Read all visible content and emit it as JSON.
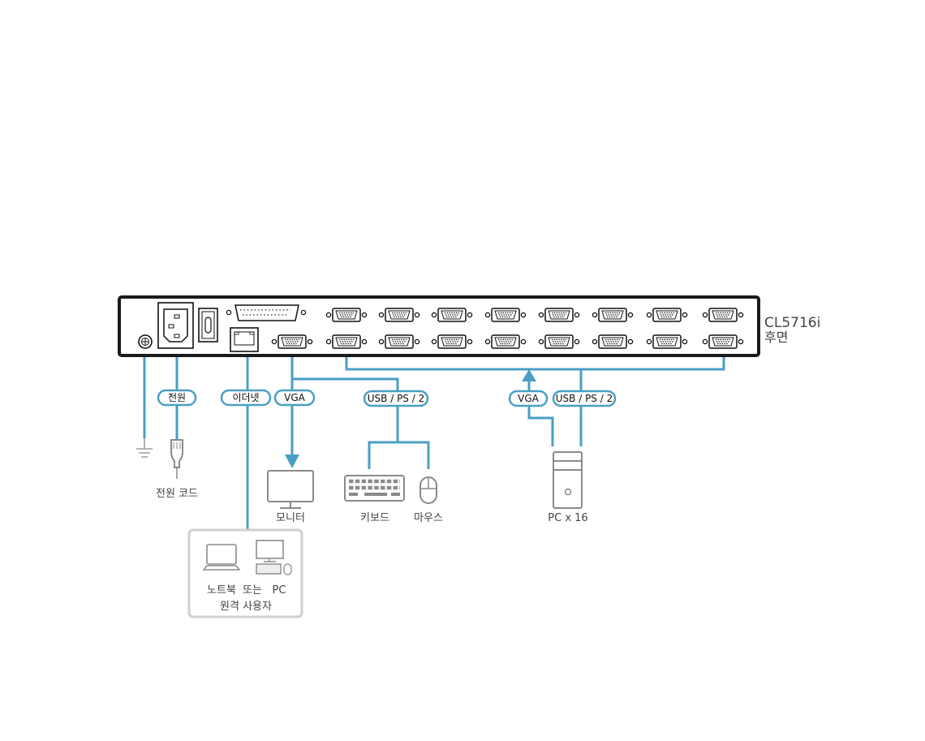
{
  "device": {
    "model": "CL5716i",
    "view": "후면"
  },
  "labels": {
    "power": "전원",
    "ethernet": "이더넷",
    "vga_console": "VGA",
    "usb_console": "USB / PS / 2",
    "vga_pc": "VGA",
    "usb_pc": "USB / PS / 2"
  },
  "captions": {
    "power_cord": "전원 코드",
    "monitor": "모니터",
    "keyboard": "키보드",
    "mouse": "마우스",
    "pc": "PC x 16",
    "notebook": "노트북",
    "or": "또는",
    "remote_pc": "PC",
    "remote_user": "원격 사용자"
  },
  "colors": {
    "cable": "#4a9fc4",
    "device": "#1a1a1a",
    "icon": "#8a8a8a"
  }
}
